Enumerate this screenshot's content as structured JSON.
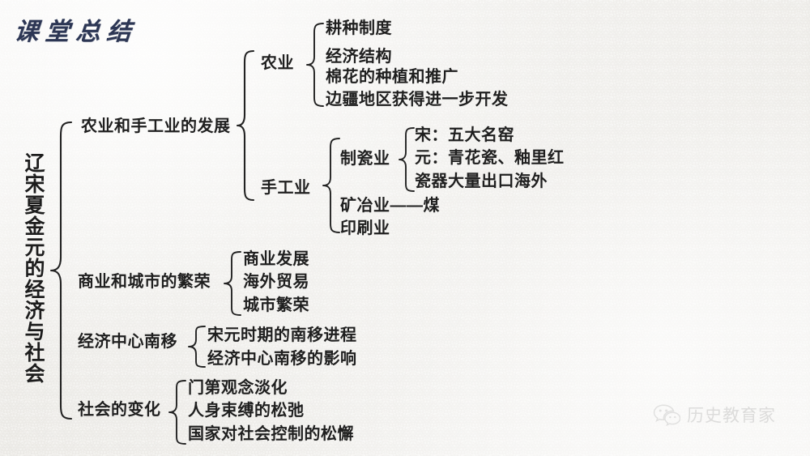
{
  "slide": {
    "title": "课堂总结",
    "root_label": "辽宋夏金元的经济与社会",
    "background_color": "#f3f2ef",
    "title_color": "#2c3654",
    "text_color": "#1f1f1f",
    "line_color": "#222222"
  },
  "branches": {
    "b1": {
      "label": "农业和手工业的发展",
      "sub": {
        "s1": {
          "label": "农业",
          "items": [
            "耕种制度",
            "经济结构",
            "棉花的种植和推广",
            "边疆地区获得进一步开发"
          ]
        },
        "s2": {
          "label": "手工业",
          "items": [
            "制瓷业",
            "矿冶业——煤",
            "印刷业"
          ],
          "porcelain": {
            "label": "制瓷业",
            "items": [
              "宋：五大名窑",
              "元：青花瓷、釉里红",
              "瓷器大量出口海外"
            ]
          }
        }
      }
    },
    "b2": {
      "label": "商业和城市的繁荣",
      "items": [
        "商业发展",
        "海外贸易",
        "城市繁荣"
      ]
    },
    "b3": {
      "label": "经济中心南移",
      "items": [
        "宋元时期的南移进程",
        "经济中心南移的影响"
      ]
    },
    "b4": {
      "label": "社会的变化",
      "items": [
        "门第观念淡化",
        "人身束缚的松弛",
        "国家对社会控制的松懈"
      ]
    }
  },
  "watermark": {
    "text": "历史教育家",
    "icon": "wechat-icon"
  }
}
